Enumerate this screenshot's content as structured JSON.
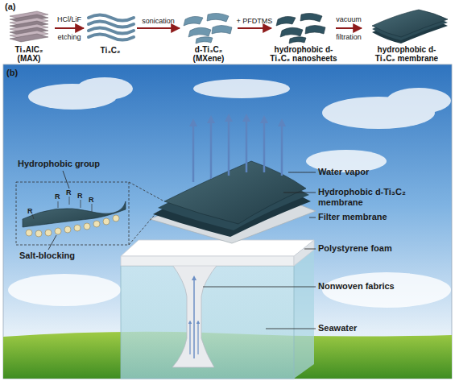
{
  "diagram": {
    "nodes": [
      {
        "text": [
          "Ti₃AlC₂ (MAX)"
        ]
      },
      {
        "text": [
          "Ti₃C₂"
        ]
      },
      {
        "text": [
          "d-Ti₃C₂ (MXene)"
        ]
      },
      {
        "text": [
          "hydrophobic d-Ti₃C₂ nanosheets"
        ]
      },
      {
        "text": [
          "hydrophobic d-Ti₃C₂ membrane"
        ]
      }
    ],
    "edges": [
      {
        "from": 0,
        "to": 1,
        "arrow": "to",
        "label": "HCl/LiF etching"
      },
      {
        "from": 1,
        "to": 2,
        "arrow": "to",
        "label": "sonication"
      },
      {
        "from": 2,
        "to": 3,
        "arrow": "to",
        "label": "+ PFDTMS"
      },
      {
        "from": 3,
        "to": 4,
        "arrow": "to",
        "label": "vacuum filtration"
      }
    ],
    "labels": [
      "(a)",
      "(b)",
      "Hydrophobic group",
      "R",
      "R",
      "R",
      "R",
      "R",
      "Salt-blocking",
      "Water vapor",
      "Hydrophobic d-Ti₃C₂ membrane",
      "Filter membrane",
      "Polystyrene foam",
      "Nonwoven fabrics",
      "Seawater"
    ]
  }
}
